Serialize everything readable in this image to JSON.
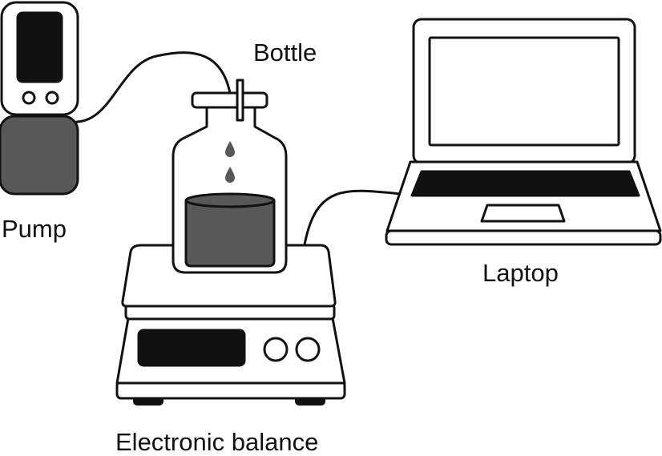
{
  "labels": {
    "bottle": "Bottle",
    "pump": "Pump",
    "laptop": "Laptop",
    "balance": "Electronic balance"
  },
  "colors": {
    "outline": "#111111",
    "fill_dark": "#111111",
    "fill_gray": "#585858",
    "fill_white": "#ffffff"
  }
}
